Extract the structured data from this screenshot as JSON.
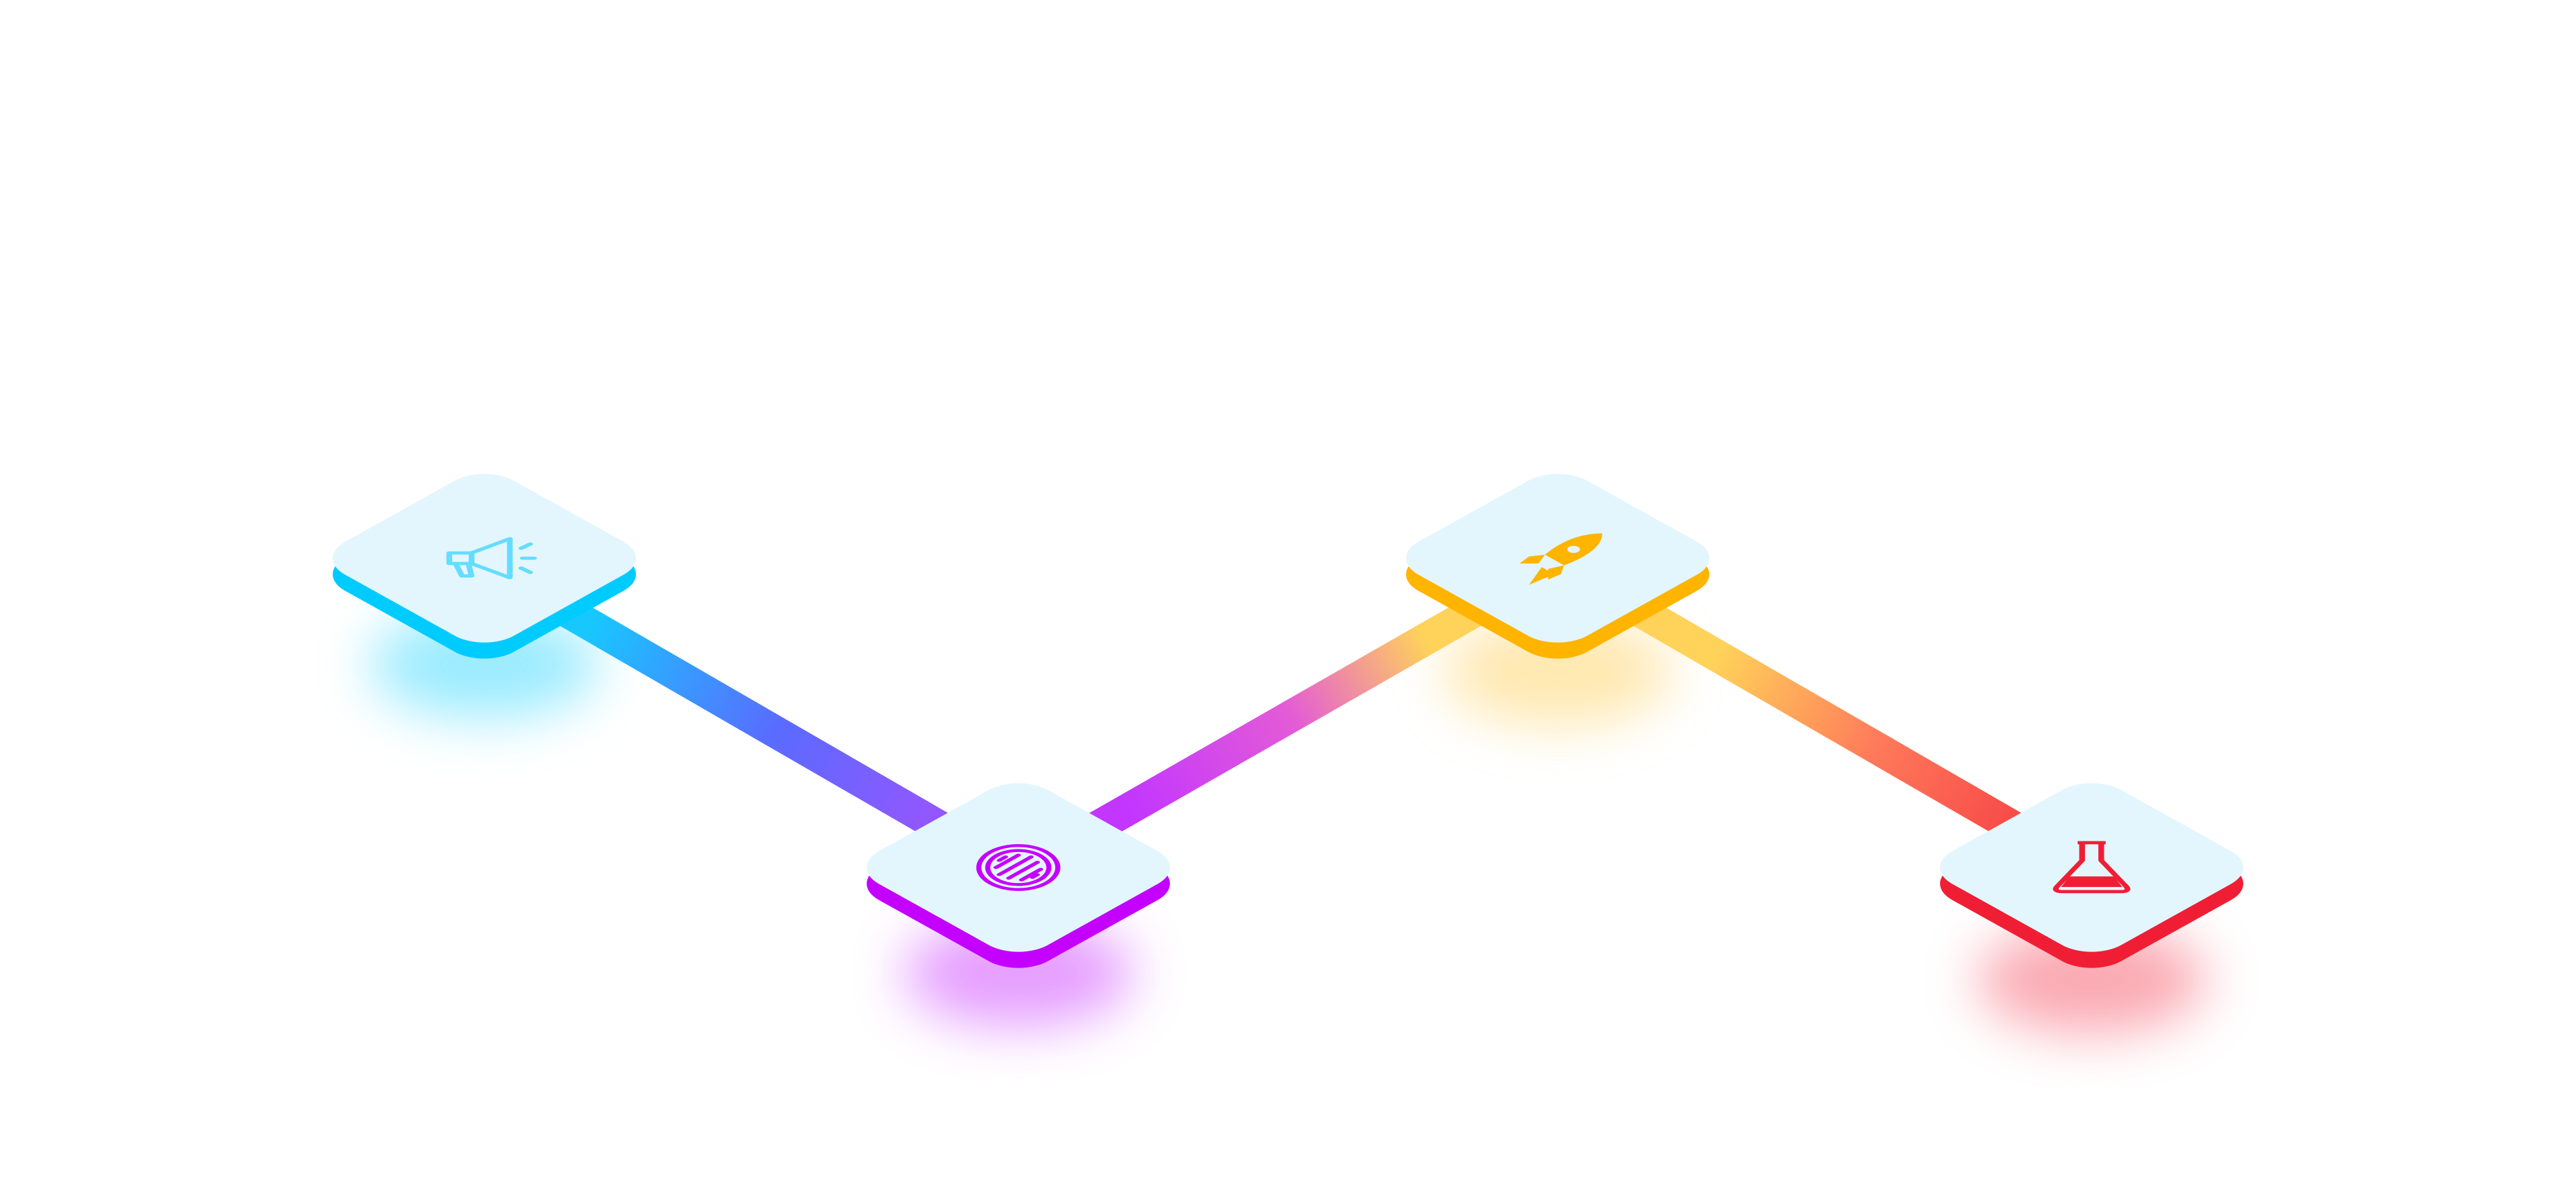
{
  "diagram": {
    "face_color": "#e3f6fd",
    "connectors": [
      {
        "from": "megaphone",
        "to": "ball",
        "colors": [
          "#17c8ff",
          "#5a6bff",
          "#b24bff"
        ]
      },
      {
        "from": "ball",
        "to": "rocket",
        "colors": [
          "#c236ff",
          "#e35bd6",
          "#ffd25a"
        ]
      },
      {
        "from": "rocket",
        "to": "flask",
        "colors": [
          "#ffd35a",
          "#ff8a5c",
          "#f32f3e"
        ]
      }
    ],
    "tiles": [
      {
        "icon": "megaphone-icon",
        "color": "#00cbff",
        "icon_color": "#66dcff"
      },
      {
        "icon": "ball-icon",
        "color": "#c400ff",
        "icon_color": "#c400ff"
      },
      {
        "icon": "rocket-icon",
        "color": "#ffb400",
        "icon_color": "#ffb400"
      },
      {
        "icon": "flask-icon",
        "color": "#f01e35",
        "icon_color": "#f01e35"
      }
    ]
  }
}
